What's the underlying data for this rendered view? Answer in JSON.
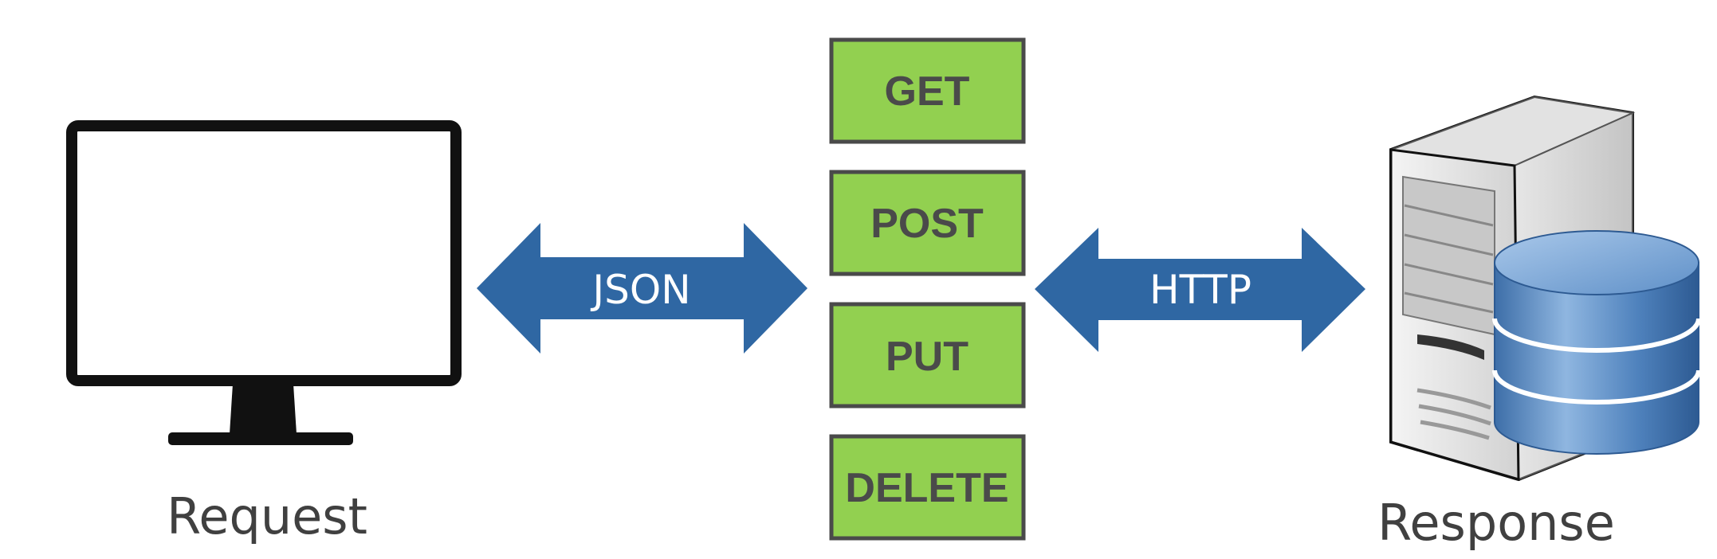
{
  "captions": {
    "request": "Request",
    "response": "Response"
  },
  "arrows": {
    "left": "JSON",
    "right": "HTTP"
  },
  "methods": [
    "GET",
    "POST",
    "PUT",
    "DELETE"
  ],
  "colors": {
    "method_fill": "#92d050",
    "method_border": "#4a4a4a",
    "arrow_fill": "#2f67a3",
    "monitor": "#111111",
    "text_dark": "#404040"
  },
  "icons": {
    "client": "monitor-icon",
    "server": "server-tower-icon",
    "database": "database-icon"
  }
}
